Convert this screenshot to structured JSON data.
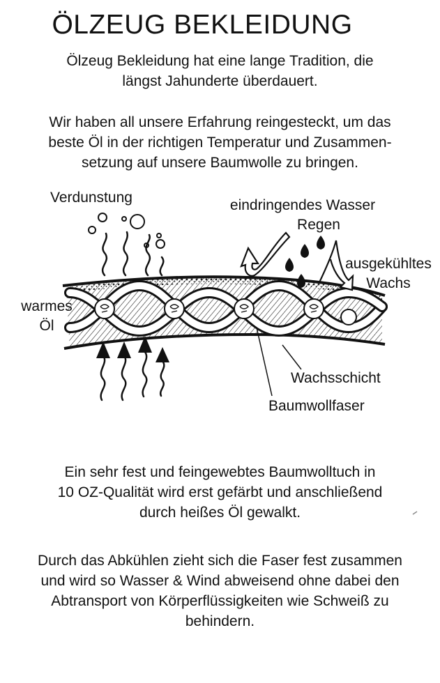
{
  "title": "ÖLZEUG BEKLEIDUNG",
  "intro": [
    "Ölzeug Bekleidung hat eine lange Tradition, die",
    "längst Jahunderte überdauert."
  ],
  "experience": [
    "Wir haben all unsere Erfahrung reingesteckt, um das",
    "beste Öl in der richtigen Temperatur und Zusammen-",
    "setzung auf unsere Baumwolle zu bringen."
  ],
  "diagram": {
    "labels": {
      "verdunstung": "Verdunstung",
      "wasser": "eindringendes Wasser",
      "regen": "Regen",
      "wachs_line1": "ausgekühltes",
      "wachs_line2": "Wachs",
      "oel_line1": "warmes",
      "oel_line2": "Öl",
      "wachsschicht": "Wachsschicht",
      "baumwollfaser": "Baumwollfaser"
    },
    "icons": [
      "steam-icon",
      "bubble-icon",
      "raindrop-icon",
      "curved-arrow-icon",
      "heat-arrow-icon"
    ]
  },
  "fabric": [
    "Ein sehr fest und feingewebtes Baumwolltuch in",
    "10 OZ-Qualität wird erst gefärbt und anschließend",
    "durch heißes Öl gewalkt."
  ],
  "cooling": [
    "Durch das Abkühlen zieht sich die Faser fest zusammen",
    "und wird so Wasser & Wind abweisend ohne dabei den",
    "Abtransport von Körperflüssigkeiten wie Schweiß zu",
    "behindern."
  ]
}
